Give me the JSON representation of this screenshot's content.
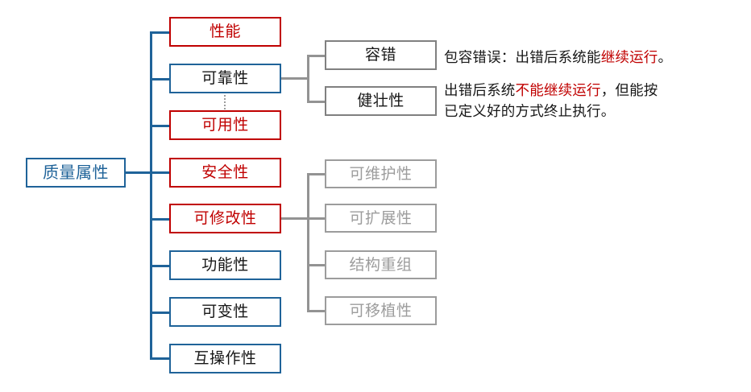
{
  "diagram": {
    "title_node": {
      "label": "质量属性"
    },
    "branches": [
      {
        "label": "性能",
        "style": "red"
      },
      {
        "label": "可靠性",
        "style": "blue"
      },
      {
        "label": "可用性",
        "style": "red"
      },
      {
        "label": "安全性",
        "style": "red"
      },
      {
        "label": "可修改性",
        "style": "red"
      },
      {
        "label": "功能性",
        "style": "blue"
      },
      {
        "label": "可变性",
        "style": "blue"
      },
      {
        "label": "互操作性",
        "style": "blue"
      }
    ],
    "reliability_children": [
      {
        "label": "容错",
        "style": "gray-dark"
      },
      {
        "label": "健壮性",
        "style": "gray-dark"
      }
    ],
    "modifiability_children": [
      {
        "label": "可维护性",
        "style": "gray-light"
      },
      {
        "label": "可扩展性",
        "style": "gray-light"
      },
      {
        "label": "结构重组",
        "style": "gray-light"
      },
      {
        "label": "可移植性",
        "style": "gray-light"
      }
    ],
    "notes": {
      "fault_tolerance": {
        "line1_pre": "包容错误：出错后系统能",
        "line1_hl": "继续运行",
        "line1_post": "。"
      },
      "robustness": {
        "line1_pre": "出错后系统",
        "line1_hl": "不能继续运行",
        "line1_post": "，但能按",
        "line2": "已定义好的方式终止执行。"
      }
    },
    "colors": {
      "blue": "#1F6399",
      "red": "#C00000",
      "gray_dark": "#808080",
      "gray_light": "#9C9C9C",
      "connector_gray": "#939393",
      "text_dark": "#171717"
    }
  }
}
